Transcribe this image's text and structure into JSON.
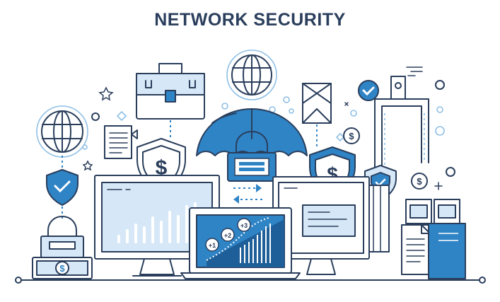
{
  "title": "NETWORK SECURITY",
  "colors": {
    "outline": "#2a3e5c",
    "accent": "#2f84c6",
    "light": "#d6e8f7",
    "dots": "#8fc0e6"
  },
  "chart_badges": [
    "+1",
    "+2",
    "+3"
  ],
  "currency_symbol": "$",
  "check_symbol": "✓",
  "icons": [
    "globe-icon",
    "briefcase-icon",
    "umbrella-icon",
    "padlock-icon",
    "shield-dollar-icon",
    "shield-check-icon",
    "envelope-icon",
    "document-icon",
    "coin-icon",
    "banknote-icon",
    "monitor-icon",
    "laptop-icon",
    "security-gate-icon",
    "sync-arrows-icon",
    "star-icon"
  ]
}
